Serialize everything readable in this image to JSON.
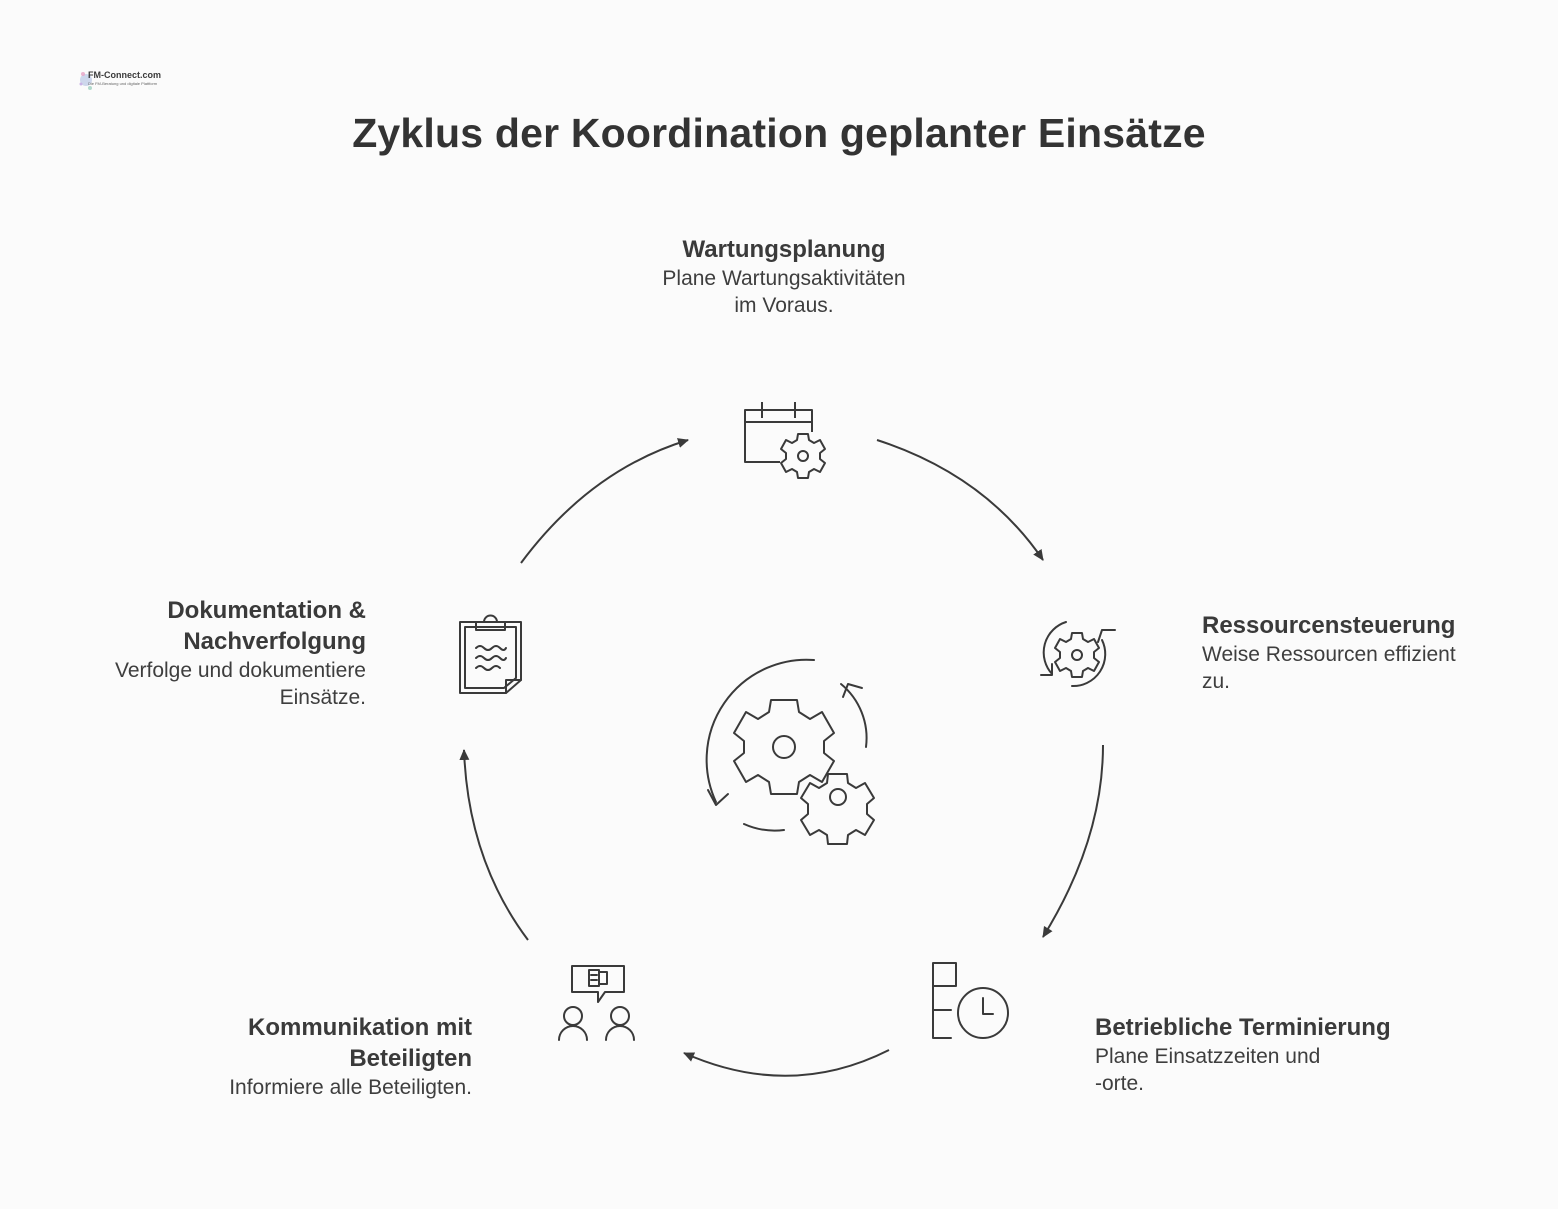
{
  "title": "Zyklus der Koordination geplanter Einsätze",
  "logo": {
    "text": "FM-Connect.com",
    "subtitle": "Die FM-Beratung und digitale Plattform"
  },
  "colors": {
    "ink": "#3a3a3a",
    "background": "#fbfbfb"
  },
  "center_icon": "gears-cycle-icon",
  "steps": [
    {
      "title": "Wartungsplanung",
      "desc_lines": [
        "Plane Wartungsaktivitäten",
        "im Voraus."
      ],
      "icon": "calendar-gear-icon"
    },
    {
      "title": "Ressourcensteuerung",
      "desc_lines": [
        "Weise Ressourcen effizient",
        "zu."
      ],
      "icon": "gear-refresh-icon"
    },
    {
      "title": "Betriebliche Terminierung",
      "desc_lines": [
        "Plane Einsatzzeiten und",
        "-orte."
      ],
      "icon": "schedule-clock-icon"
    },
    {
      "title_lines": [
        "Kommunikation mit",
        "Beteiligten"
      ],
      "desc_lines": [
        "Informiere alle Beteiligten."
      ],
      "icon": "people-chat-icon"
    },
    {
      "title_lines": [
        "Dokumentation &",
        "Nachverfolgung"
      ],
      "desc_lines": [
        "Verfolge und dokumentiere",
        "Einsätze."
      ],
      "icon": "clipboard-icon"
    }
  ]
}
